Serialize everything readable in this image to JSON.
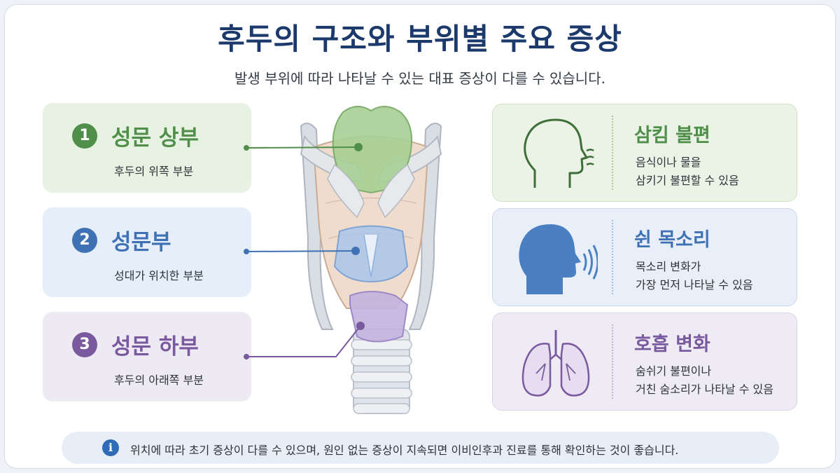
{
  "title": "후두의 구조와 부위별 주요 증상",
  "subtitle": "발생 부위에 따라 나타날 수 있는 대표 증상이 다를 수 있습니다.",
  "regions": [
    {
      "number": "1",
      "name": "성문 상부",
      "description": "후두의 위쪽 부분",
      "color": "#4f8f49"
    },
    {
      "number": "2",
      "name": "성문부",
      "description": "성대가 위치한 부분",
      "color": "#3f72b5"
    },
    {
      "number": "3",
      "name": "성문 하부",
      "description": "후두의 아래쪽 부분",
      "color": "#7a5a9e"
    }
  ],
  "symptoms": [
    {
      "title": "삼킴 불편",
      "line1": "음식이나 물을",
      "line2": "삼키기 불편할 수 있음",
      "icon": "swallowing-head-icon"
    },
    {
      "title": "쉰 목소리",
      "line1": "목소리 변화가",
      "line2": "가장 먼저 나타날 수 있음",
      "icon": "speaking-head-icon"
    },
    {
      "title": "호흡 변화",
      "line1": "숨쉬기 불편이나",
      "line2": "거친 숨소리가 나타날 수 있음",
      "icon": "lungs-icon"
    }
  ],
  "note": {
    "icon": "info-icon",
    "text": "위치에 따라 초기 증상이 다를 수 있으며, 원인 없는 증상이 지속되면 이비인후과 진료를 통해 확인하는 것이 좋습니다."
  }
}
